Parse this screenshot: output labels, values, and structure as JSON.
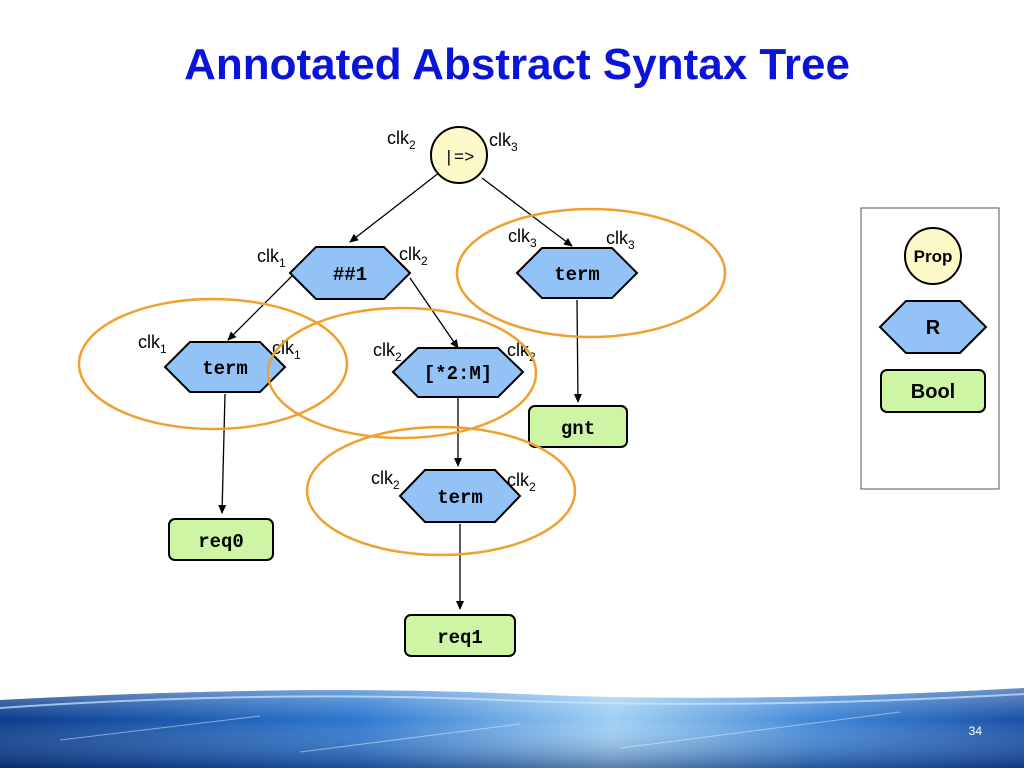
{
  "slide": {
    "title": "Annotated Abstract Syntax Tree",
    "page_number": "34"
  },
  "nodes": {
    "root": {
      "label": "|=>",
      "left_clock": "clk",
      "left_sub": "2",
      "right_clock": "clk",
      "right_sub": "3"
    },
    "hash1": {
      "label": "##1",
      "left_clock": "clk",
      "left_sub": "1",
      "right_clock": "clk",
      "right_sub": "2"
    },
    "term_top": {
      "label": "term",
      "left_clock": "clk",
      "left_sub": "3",
      "right_clock": "clk",
      "right_sub": "3"
    },
    "term_left": {
      "label": "term",
      "left_clock": "clk",
      "left_sub": "1",
      "right_clock": "clk",
      "right_sub": "1"
    },
    "repeat": {
      "label": "[*2:M]",
      "left_clock": "clk",
      "left_sub": "2",
      "right_clock": "clk",
      "right_sub": "2"
    },
    "term_mid": {
      "label": "term",
      "left_clock": "clk",
      "left_sub": "2",
      "right_clock": "clk",
      "right_sub": "2"
    },
    "gnt": {
      "label": "gnt"
    },
    "req0": {
      "label": "req0"
    },
    "req1": {
      "label": "req1"
    }
  },
  "legend": {
    "prop": "Prop",
    "r": "R",
    "bool": "Bool"
  },
  "colors": {
    "title": "#0a14d8",
    "prop_fill": "#fdf9c8",
    "regex_fill": "#93c3f6",
    "bool_fill": "#cdf5a4",
    "highlight_ring": "#f0a030"
  }
}
